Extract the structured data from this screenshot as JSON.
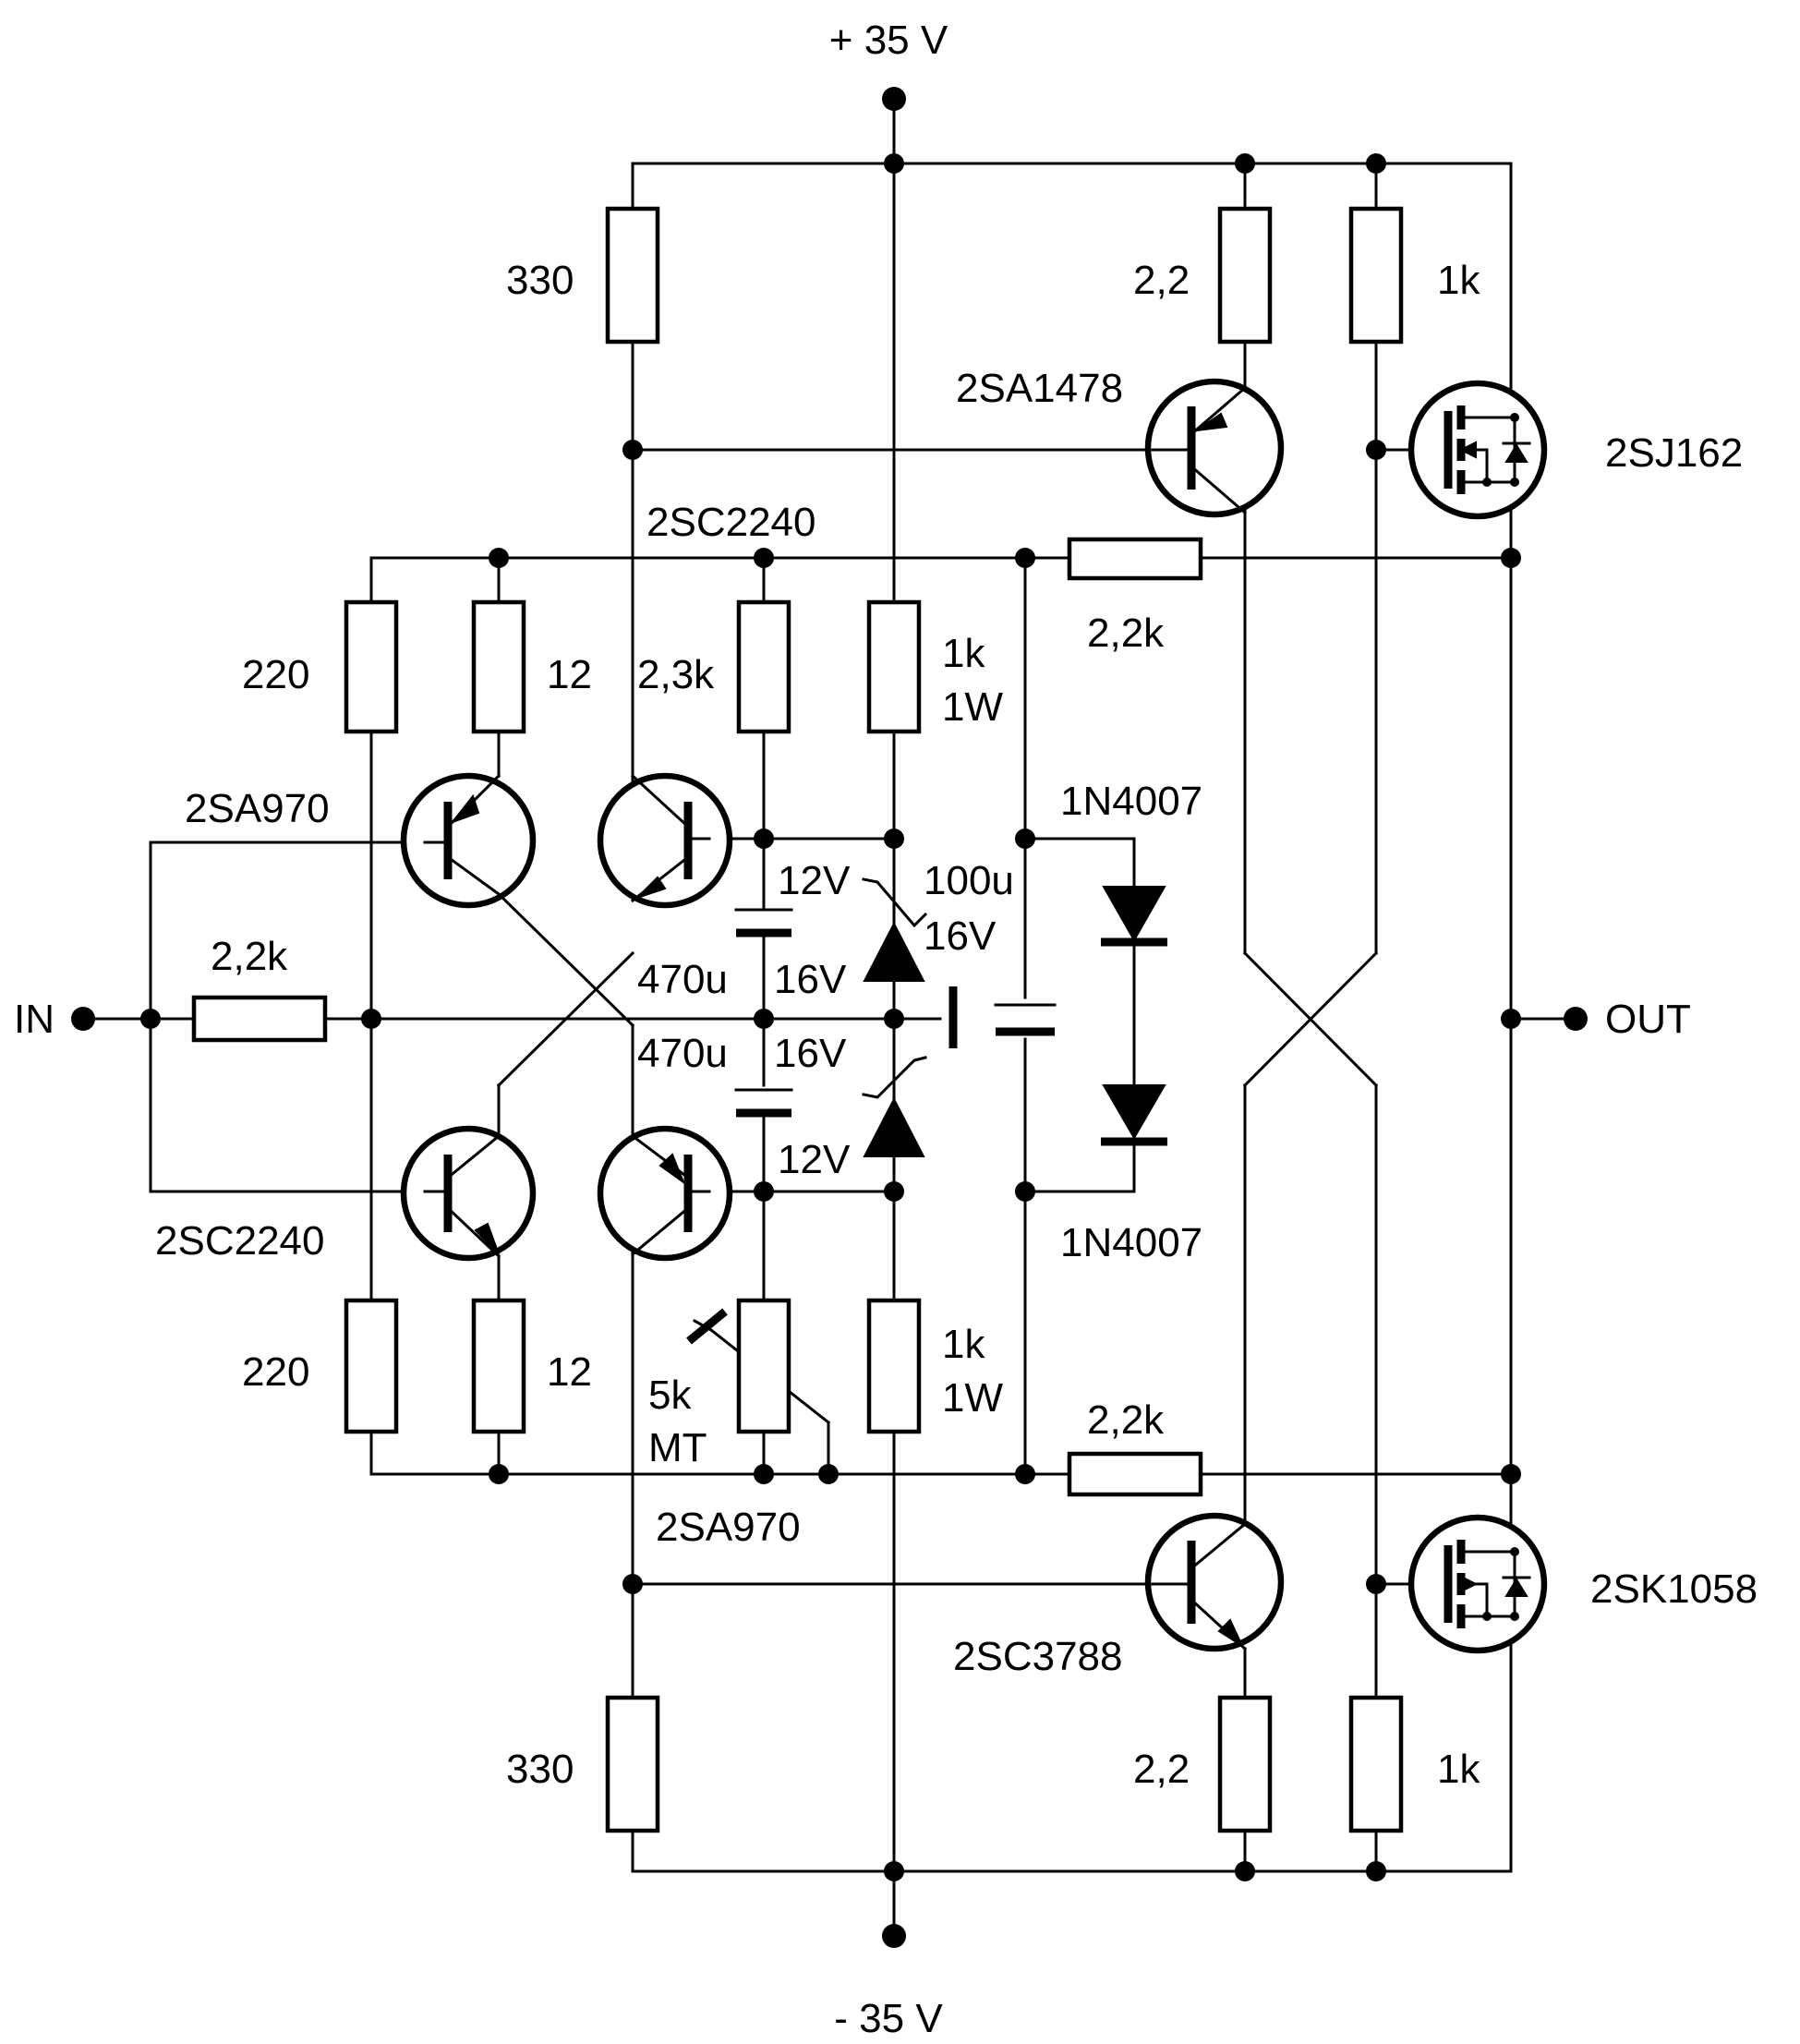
{
  "supply": {
    "positive": "+ 35 V",
    "negative": "- 35 V"
  },
  "terminals": {
    "input": "IN",
    "output": "OUT"
  },
  "resistors": {
    "r_top_330": "330",
    "r_top_2_2": "2,2",
    "r_top_1k": "1k",
    "r_feedback_top": "2,2k",
    "r_vas_top_220": "220",
    "r_vas_top_12": "12",
    "r_bias_2_3k": "2,3k",
    "r_zener_top_1k": "1k",
    "r_zener_top_1w": "1W",
    "r_input": "2,2k",
    "r_vas_bot_220": "220",
    "r_vas_bot_12": "12",
    "r_zener_bot_1k": "1k",
    "r_zener_bot_1w": "1W",
    "r_feedback_bot": "2,2k",
    "r_bot_330": "330",
    "r_bot_2_2": "2,2",
    "r_bot_1k": "1k"
  },
  "trimmer": {
    "value": "5k",
    "type": "MT"
  },
  "capacitors": {
    "c_top_value": "470u",
    "c_top_voltage": "16V",
    "c_bot_value": "470u",
    "c_bot_voltage": "16V",
    "c_mid_value": "100u",
    "c_mid_voltage": "16V"
  },
  "zeners": {
    "z_top": "12V",
    "z_bot": "12V"
  },
  "diodes": {
    "d_top": "1N4007",
    "d_bot": "1N4007"
  },
  "transistors": {
    "q_driver_top": "2SA1478",
    "q_driver_bot": "2SC3788",
    "q_mid_top": "2SC2240",
    "q_mid_bot": "2SA970",
    "q_in_top": "2SA970",
    "q_in_bot": "2SC2240",
    "m_top": "2SJ162",
    "m_bot": "2SK1058"
  }
}
